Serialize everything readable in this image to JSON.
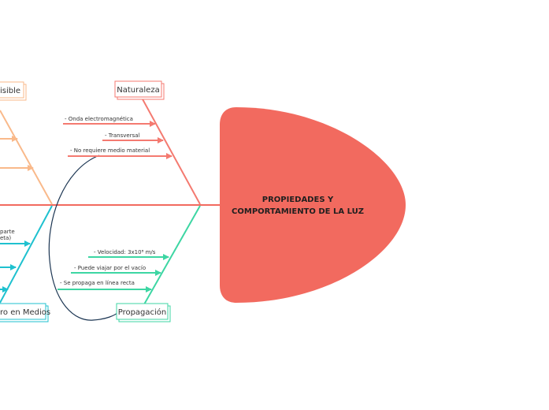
{
  "title_line1": "PROPIEDADES Y",
  "title_line2": "COMPORTAMIENTO DE LA LUZ",
  "branches": {
    "naturaleza": {
      "label": "Naturaleza",
      "color": "#f47a70",
      "items": [
        "- Onda electromagnética",
        "- Transversal",
        "- No requiere medio material"
      ]
    },
    "propagacion": {
      "label": "Propagación",
      "color": "#3dd6a3",
      "items": [
        "- Velocidad: 3x10⁸ m/s",
        "- Puede viajar por el vacío",
        "- Se propaga en línea recta"
      ]
    },
    "visible": {
      "label": "isible",
      "color": "#f9b98a"
    },
    "medios": {
      "label": "ro en Medios",
      "color": "#1fc1cf",
      "items_line1": "parte",
      "items_line2": "eta)"
    }
  },
  "colors": {
    "head": "#f26a5f",
    "spine": "#f26a5f",
    "connector": "#1b3552"
  }
}
